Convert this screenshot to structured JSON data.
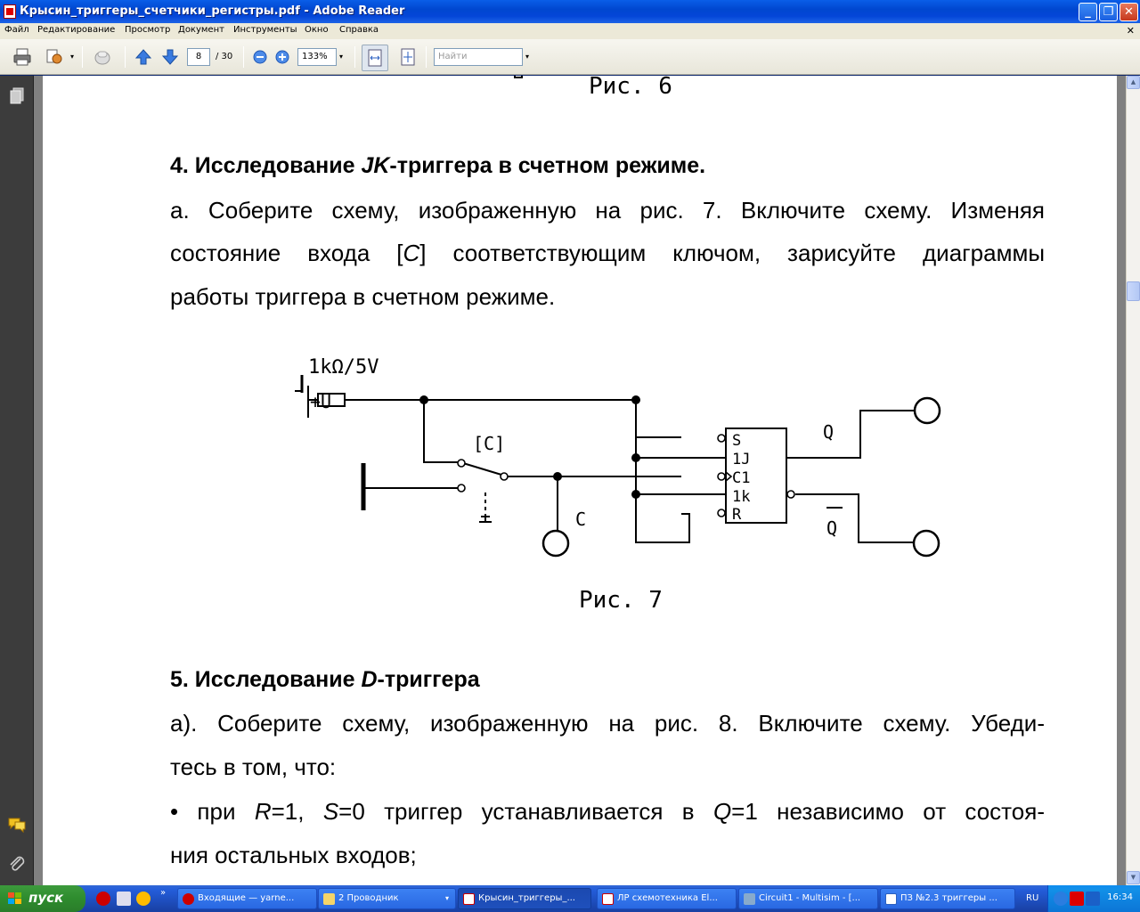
{
  "window": {
    "title": "Крысин_триггеры_счетчики_регистры.pdf - Adobe Reader",
    "minimize": "_",
    "maximize": "❐",
    "close": "✕"
  },
  "menu": {
    "items": [
      "Файл",
      "Редактирование",
      "Просмотр",
      "Документ",
      "Инструменты",
      "Окно",
      "Справка"
    ],
    "doc_close": "✕"
  },
  "toolbar": {
    "page_current": "8",
    "page_total": "/ 30",
    "zoom": "133%",
    "search_placeholder": "Найти"
  },
  "document": {
    "prev_caption": "Рис. 6",
    "section4": {
      "num": "4. Исследование ",
      "em": "JK",
      "rest": "-триггера в счетном режиме."
    },
    "para4_line1": "а. Соберите схему, изображенную на рис. 7. Включите схему. Изменяя",
    "para4_line2a": "состояние входа [",
    "para4_line2em": "C",
    "para4_line2b": "] соответствующим ключом, зарисуйте диаграммы",
    "para4_line3": "работы триггера в счетном режиме.",
    "figure7": {
      "supply": "1kΩ/5V",
      "plus_u": "+U",
      "switch": "[C]",
      "pin_s": "S",
      "pin_1j": "1J",
      "pin_c1": "C1",
      "pin_1k": "1k",
      "pin_r": "R",
      "out_q": "Q",
      "out_qbar": "Q",
      "probe_c": "C",
      "caption": "Рис. 7"
    },
    "section5": {
      "num": "5. Исследование ",
      "em": "D",
      "rest": "-триггера"
    },
    "para5_line1": "а). Соберите схему, изображенную на рис. 8. Включите схему. Убеди-",
    "para5_line2": "тесь в том, что:",
    "bullet_a": "• при ",
    "bullet_R": "R",
    "bullet_b": "=1, ",
    "bullet_S": "S",
    "bullet_c": "=0 триггер устанавливается в ",
    "bullet_Q": "Q",
    "bullet_d": "=1 независимо от состоя-",
    "bullet_line2": "ния остальных входов;"
  },
  "taskbar": {
    "start": "пуск",
    "tasks": [
      "Входящие — yarne...",
      "2 Проводник",
      "Крысин_триггеры_...",
      "ЛР схемотехника El...",
      "Circuit1 - Multisim - [...",
      "ПЗ №2.3 триггеры ..."
    ],
    "more": "»",
    "lang": "RU",
    "clock": "16:34"
  },
  "colors": {
    "accent": "#0047d0",
    "taskbar": "#245edb",
    "start": "#2e8c2e"
  }
}
